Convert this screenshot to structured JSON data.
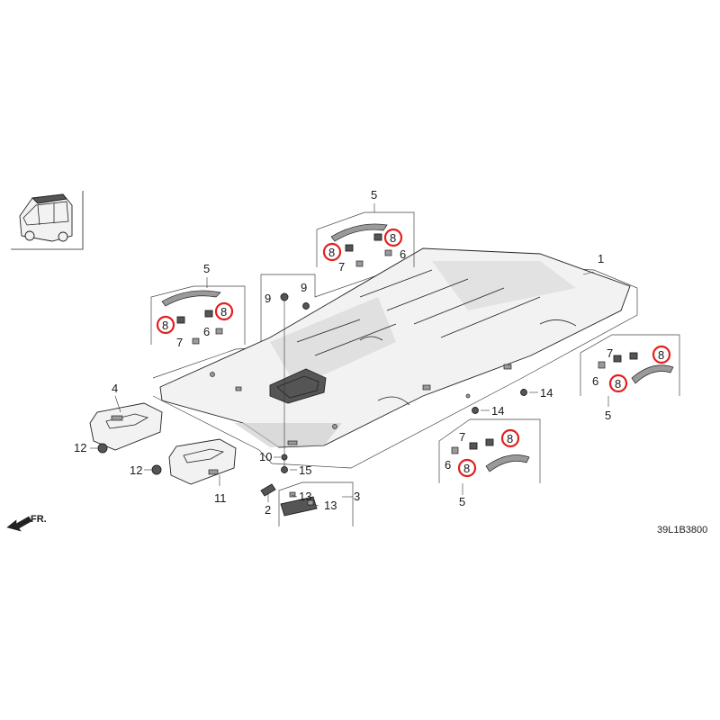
{
  "diagram": {
    "colors": {
      "line": "#222222",
      "highlight": "#e41e1e",
      "background": "#ffffff"
    },
    "front_indicator": "FR.",
    "diagram_code": "39L1B3800",
    "callouts": {
      "c1": "1",
      "c2": "2",
      "c3": "3",
      "c4": "4",
      "c5a": "5",
      "c5b": "5",
      "c5c": "5",
      "c5d": "5",
      "c6a": "6",
      "c6b": "6",
      "c6c": "6",
      "c6d": "6",
      "c7a": "7",
      "c7b": "7",
      "c7c": "7",
      "c7d": "7",
      "c8a": "8",
      "c8b": "8",
      "c8c": "8",
      "c8d": "8",
      "c8e": "8",
      "c8f": "8",
      "c8g": "8",
      "c8h": "8",
      "c9a": "9",
      "c9b": "9",
      "c10": "10",
      "c11": "11",
      "c12a": "12",
      "c12b": "12",
      "c13a": "13",
      "c13b": "13",
      "c14a": "14",
      "c14b": "14",
      "c15": "15"
    }
  }
}
